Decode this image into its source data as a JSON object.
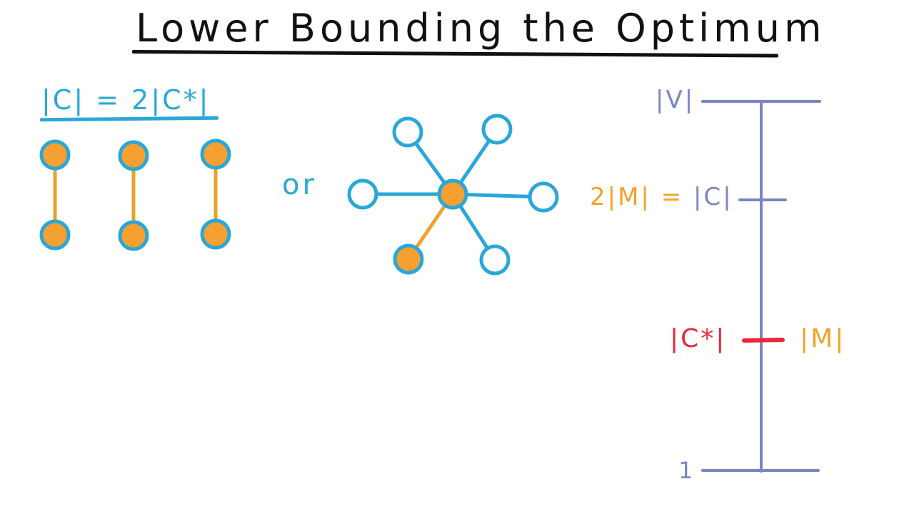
{
  "title": "Lower Bounding the Optimum",
  "equation": "|C| = 2|C*|",
  "connector_word": "or",
  "scale": {
    "top_label": "|V|",
    "mid_label_left": "2|M|",
    "mid_label_eq": " = ",
    "mid_label_right": "|C|",
    "opt_label": "|C*|",
    "match_label": "|M|",
    "bottom_label": "1"
  },
  "colors": {
    "ink": "#111111",
    "blue": "#2aa7d8",
    "orange": "#f2a12a",
    "scale": "#7a86c2",
    "red": "#e8283a"
  }
}
